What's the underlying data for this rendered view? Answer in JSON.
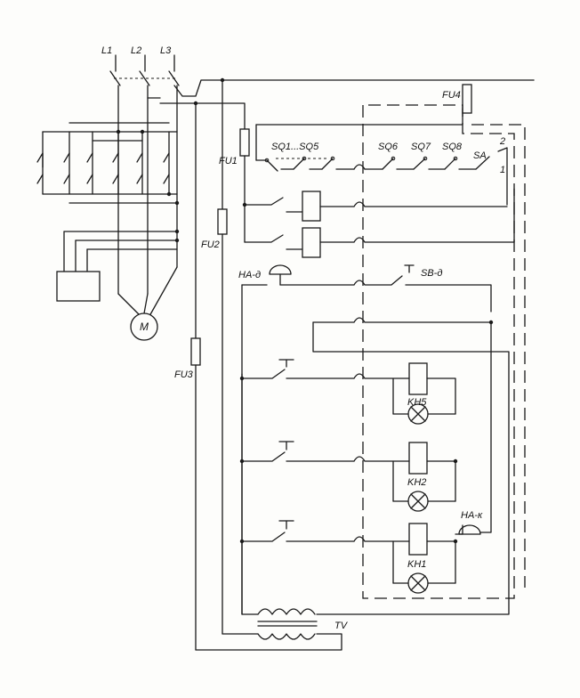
{
  "diagram": {
    "labels": {
      "l1": "L1",
      "l2": "L2",
      "l3": "L3",
      "fu1": "FU1",
      "fu2": "FU2",
      "fu3": "FU3",
      "fu4": "FU4",
      "sq1_5": "SQ1...SQ5",
      "sq6": "SQ6",
      "sq7": "SQ7",
      "sq8": "SQ8",
      "sa": "SA",
      "sa_pos2": "2",
      "sa_pos1": "1",
      "ha_d": "HA-д",
      "sb_d": "SB-д",
      "kh5": "KH5",
      "kh2": "KH2",
      "kh1": "KH1",
      "ha_k": "HA-к",
      "tv": "TV",
      "motor": "M"
    }
  }
}
